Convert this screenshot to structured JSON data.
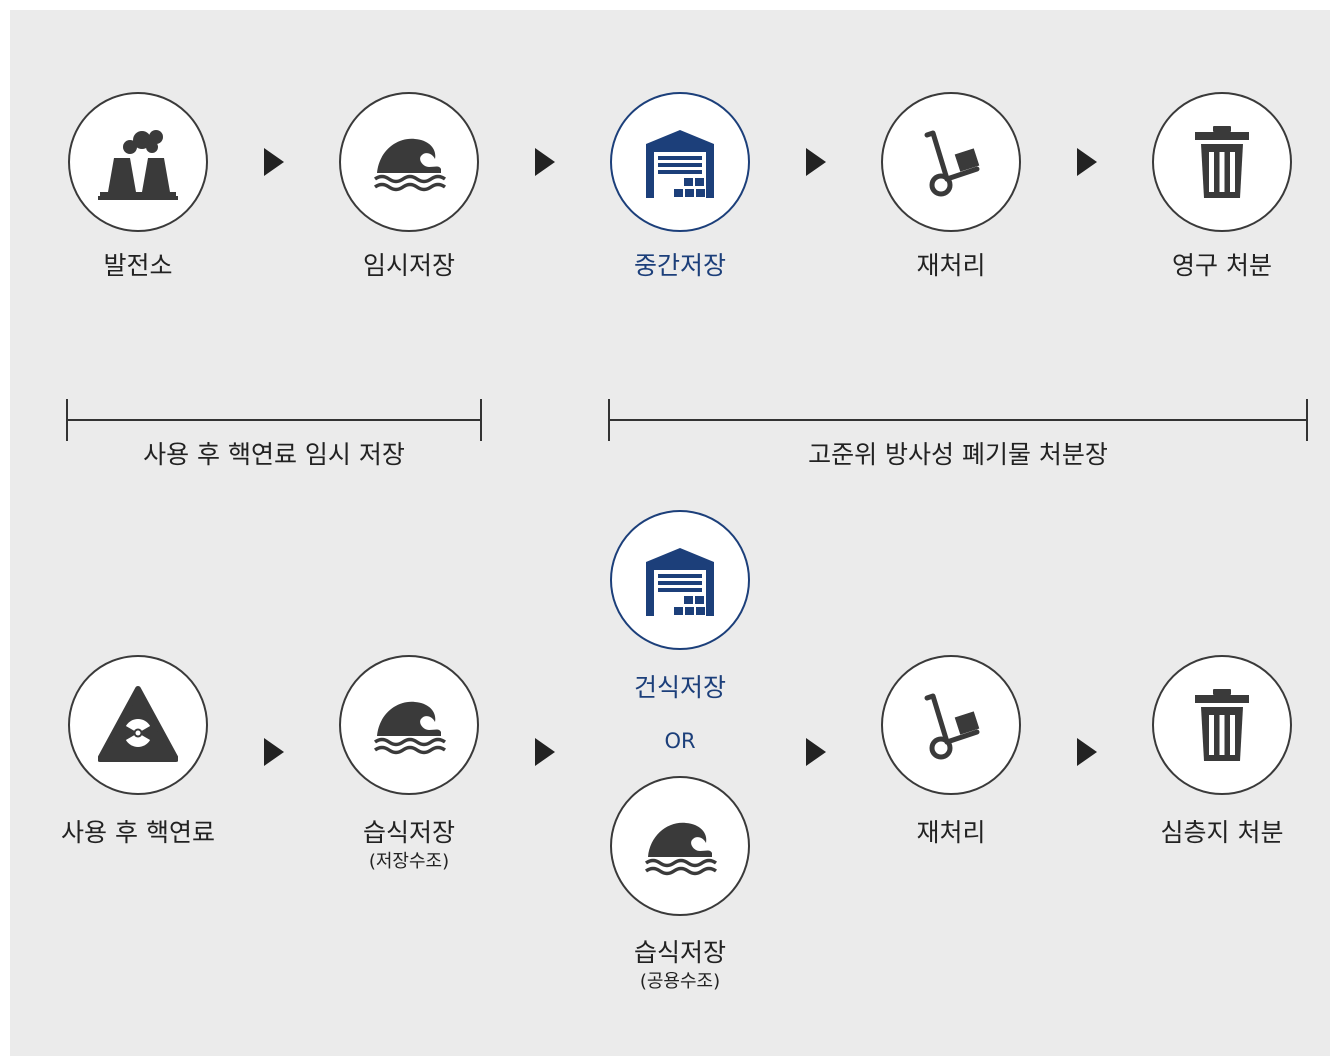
{
  "top_row": {
    "steps": [
      {
        "label": "발전소",
        "icon": "power-plant-icon"
      },
      {
        "label": "임시저장",
        "icon": "wave-icon"
      },
      {
        "label": "중간저장",
        "icon": "warehouse-icon"
      },
      {
        "label": "재처리",
        "icon": "hand-truck-icon"
      },
      {
        "label": "영구 처분",
        "icon": "trash-can-icon"
      }
    ]
  },
  "ranges": {
    "left": "사용 후 핵연료 임시 저장",
    "right": "고준위 방사성 폐기물 처분장"
  },
  "bottom_row": {
    "spent_fuel": {
      "label": "사용 후 핵연료",
      "icon": "radiation-icon"
    },
    "wet_storage_pool": {
      "label": "습식저장",
      "sub": "(저장수조)",
      "icon": "wave-icon"
    },
    "dry_storage": {
      "label": "건식저장",
      "icon": "warehouse-icon"
    },
    "or_text": "OR",
    "wet_storage_shared": {
      "label": "습식저장",
      "sub": "(공용수조)",
      "icon": "wave-icon"
    },
    "reprocessing": {
      "label": "재처리",
      "icon": "hand-truck-icon"
    },
    "deep_disposal": {
      "label": "심층지 처분",
      "icon": "trash-can-icon"
    }
  },
  "colors": {
    "highlight": "#1c3f7a",
    "icon_dark": "#3a3a3a",
    "background": "#ebebeb",
    "text": "#222222"
  }
}
